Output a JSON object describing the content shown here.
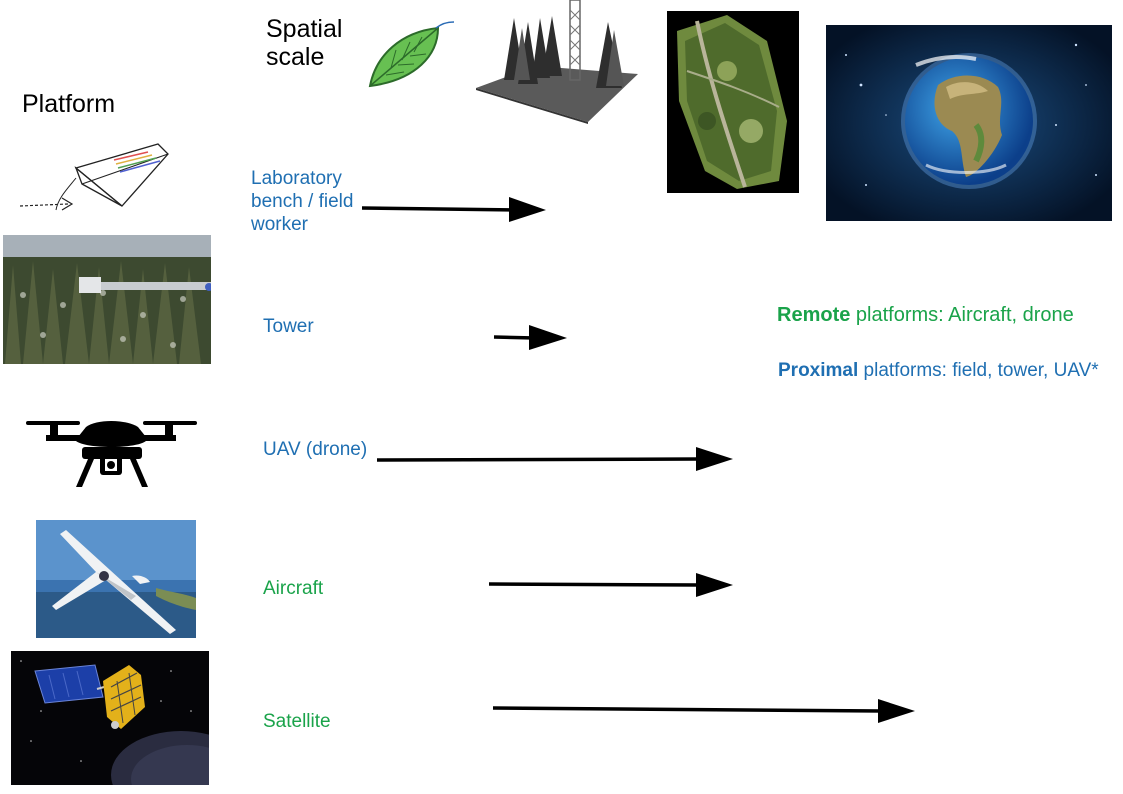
{
  "headers": {
    "spatial_scale": "Spatial\nscale",
    "platform": "Platform"
  },
  "platforms": [
    {
      "id": "lab",
      "label": "Laboratory\nbench / field\nworker",
      "color": "#1f6fb2",
      "icon": "spectrometer-sketch-icon"
    },
    {
      "id": "tower",
      "label": "Tower",
      "color": "#1f6fb2",
      "icon": "forest-tower-photo"
    },
    {
      "id": "uav",
      "label": "UAV (drone)",
      "color": "#1f6fb2",
      "icon": "drone-icon"
    },
    {
      "id": "aircraft",
      "label": "Aircraft",
      "color": "#1aa34a",
      "icon": "aircraft-photo"
    },
    {
      "id": "satellite",
      "label": "Satellite",
      "color": "#1aa34a",
      "icon": "satellite-photo"
    }
  ],
  "scale_images": [
    "leaf-icon",
    "forest-plot-icon",
    "drone-mosaic-image",
    "earth-globe-image"
  ],
  "notes": {
    "remote_bold": "Remote",
    "remote_rest": " platforms: Aircraft, drone",
    "remote_color": "#1aa34a",
    "proximal_bold": "Proximal",
    "proximal_rest": " platforms: field, tower, UAV*",
    "proximal_color": "#1f6fb2"
  }
}
